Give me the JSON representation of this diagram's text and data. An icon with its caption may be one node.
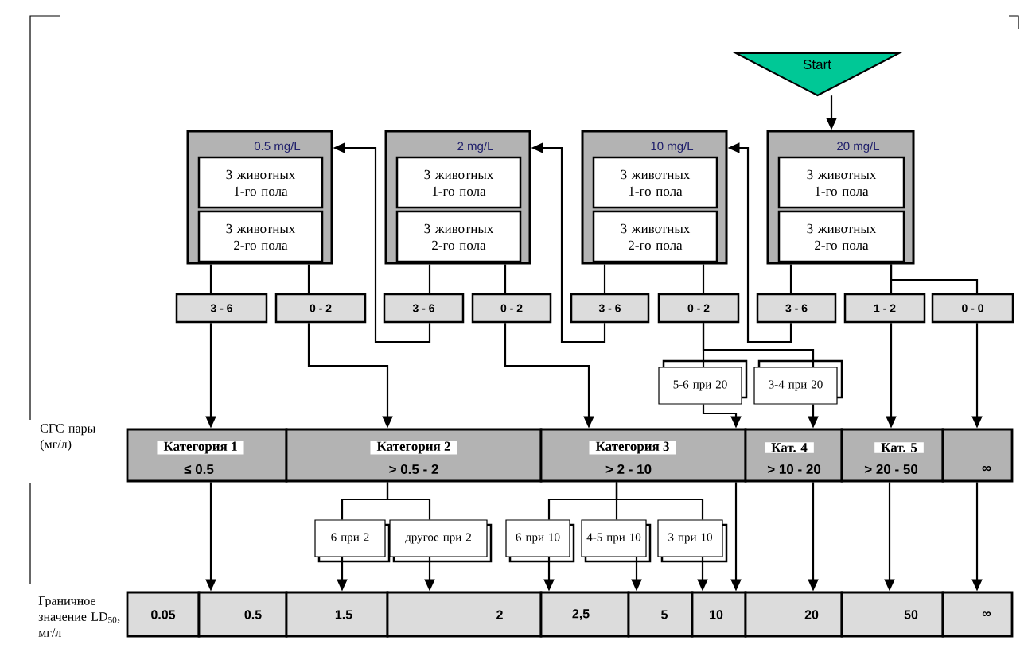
{
  "diagram": {
    "nodes": [
      {
        "text": [
          "Start"
        ]
      },
      {
        "text": [
          "0.5 mg/L"
        ]
      },
      {
        "text": [
          "3 животных 1-го пола"
        ],
        "in": 1
      },
      {
        "text": [
          "3 животных 2-го пола"
        ],
        "in": 1
      },
      {
        "text": [
          "2 mg/L"
        ]
      },
      {
        "text": [
          "3 животных 1-го пола"
        ],
        "in": 4
      },
      {
        "text": [
          "3 животных 2-го пола"
        ],
        "in": 4
      },
      {
        "text": [
          "10 mg/L"
        ]
      },
      {
        "text": [
          "3 животных 1-го пола"
        ],
        "in": 7
      },
      {
        "text": [
          "3 животных 2-го пола"
        ],
        "in": 7
      },
      {
        "text": [
          "20 mg/L"
        ]
      },
      {
        "text": [
          "3 животных 1-го пола"
        ],
        "in": 10
      },
      {
        "text": [
          "3 животных 2-го пола"
        ],
        "in": 10
      },
      {
        "text": [
          "3 - 6"
        ]
      },
      {
        "text": [
          "0 - 2"
        ]
      },
      {
        "text": [
          "3 - 6"
        ]
      },
      {
        "text": [
          "0 - 2"
        ]
      },
      {
        "text": [
          "3 - 6"
        ]
      },
      {
        "text": [
          "0 - 2"
        ]
      },
      {
        "text": [
          "3 - 6"
        ]
      },
      {
        "text": [
          "1 - 2"
        ]
      },
      {
        "text": [
          "0 - 0"
        ]
      },
      {
        "text": [
          "5-6 при 20"
        ]
      },
      {
        "text": [
          "3-4 при 20"
        ]
      },
      {
        "text": [
          "Категория 1",
          "≤ 0.5"
        ]
      },
      {
        "text": [
          "Категория 2",
          "> 0.5 - 2"
        ]
      },
      {
        "text": [
          "Категория 3",
          "> 2 - 10"
        ]
      },
      {
        "text": [
          "Кат. 4",
          "> 10 - 20"
        ]
      },
      {
        "text": [
          "Кат. 5",
          "> 20 - 50"
        ]
      },
      {
        "text": [
          "∞"
        ]
      },
      {
        "text": [
          "6 при 2"
        ]
      },
      {
        "text": [
          "другое при 2"
        ]
      },
      {
        "text": [
          "6 при 10"
        ]
      },
      {
        "text": [
          "4-5 при 10"
        ]
      },
      {
        "text": [
          "3 при 10"
        ]
      },
      {
        "text": [
          "0.05"
        ]
      },
      {
        "text": [
          "0.5"
        ]
      },
      {
        "text": [
          "1.5"
        ]
      },
      {
        "text": [
          "2"
        ]
      },
      {
        "text": [
          "2,5"
        ]
      },
      {
        "text": [
          "5"
        ]
      },
      {
        "text": [
          "10"
        ]
      },
      {
        "text": [
          "20"
        ]
      },
      {
        "text": [
          "50"
        ]
      },
      {
        "text": [
          "∞"
        ]
      }
    ],
    "edges": [
      {
        "from": 0,
        "to": 10,
        "arrow": "to"
      },
      {
        "from": 1,
        "to": 13,
        "arrow": "none"
      },
      {
        "from": 1,
        "to": 14,
        "arrow": "none"
      },
      {
        "from": 4,
        "to": 15,
        "arrow": "none"
      },
      {
        "from": 4,
        "to": 16,
        "arrow": "none"
      },
      {
        "from": 7,
        "to": 17,
        "arrow": "none"
      },
      {
        "from": 7,
        "to": 18,
        "arrow": "none"
      },
      {
        "from": 10,
        "to": 19,
        "arrow": "none"
      },
      {
        "from": 10,
        "to": 20,
        "arrow": "none"
      },
      {
        "from": 10,
        "to": 21,
        "arrow": "none"
      },
      {
        "from": 13,
        "to": 24,
        "arrow": "to"
      },
      {
        "from": 14,
        "to": 25,
        "arrow": "to"
      },
      {
        "from": 15,
        "to": 1,
        "arrow": "to"
      },
      {
        "from": 16,
        "to": 26,
        "arrow": "to"
      },
      {
        "from": 17,
        "to": 4,
        "arrow": "to"
      },
      {
        "from": 18,
        "to": 22,
        "arrow": "none"
      },
      {
        "from": 18,
        "to": 23,
        "arrow": "none"
      },
      {
        "from": 19,
        "to": 7,
        "arrow": "to"
      },
      {
        "from": 20,
        "to": 28,
        "arrow": "to"
      },
      {
        "from": 21,
        "to": 29,
        "arrow": "to"
      },
      {
        "from": 22,
        "to": 26,
        "arrow": "to"
      },
      {
        "from": 23,
        "to": 27,
        "arrow": "to"
      },
      {
        "from": 24,
        "to": 36,
        "arrow": "to"
      },
      {
        "from": 25,
        "to": 30,
        "arrow": "none"
      },
      {
        "from": 25,
        "to": 31,
        "arrow": "none"
      },
      {
        "from": 26,
        "to": 32,
        "arrow": "none"
      },
      {
        "from": 26,
        "to": 33,
        "arrow": "none"
      },
      {
        "from": 26,
        "to": 34,
        "arrow": "none"
      },
      {
        "from": 26,
        "to": 41,
        "arrow": "to"
      },
      {
        "from": 27,
        "to": 42,
        "arrow": "to"
      },
      {
        "from": 28,
        "to": 43,
        "arrow": "to"
      },
      {
        "from": 29,
        "to": 44,
        "arrow": "to"
      },
      {
        "from": 30,
        "to": 37,
        "arrow": "to"
      },
      {
        "from": 31,
        "to": 38,
        "arrow": "to"
      },
      {
        "from": 32,
        "to": 39,
        "arrow": "to"
      },
      {
        "from": 33,
        "to": 40,
        "arrow": "to"
      },
      {
        "from": 34,
        "to": 41,
        "arrow": "to"
      }
    ],
    "labels": [
      "СГС пары (мг/л)",
      "Граничное значение LD$_{50}$, мг/л"
    ]
  }
}
